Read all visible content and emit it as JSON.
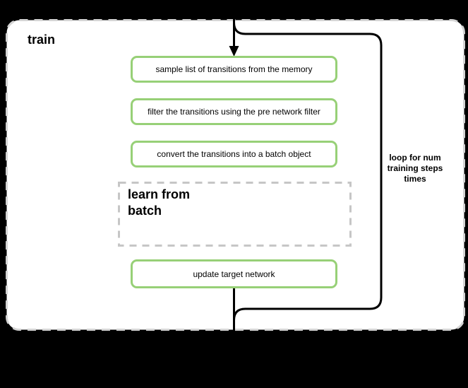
{
  "frame": {
    "title": "train"
  },
  "loop": {
    "label": "loop for num training steps times",
    "lines": [
      "loop for num",
      "training steps",
      "times"
    ]
  },
  "steps": [
    {
      "label": "sample list of transitions from the memory"
    },
    {
      "label": "filter the transitions using the pre network filter"
    },
    {
      "label": "convert the transitions into a batch object"
    }
  ],
  "learn_box": {
    "label": "learn from batch",
    "lines": [
      "learn from",
      "batch"
    ]
  },
  "final_step": {
    "label": "update target network"
  },
  "colors": {
    "background": "#000000",
    "frame_fill": "#ffffff",
    "frame_border_dash": "#d4d4d4",
    "node_border_green": "#97d077",
    "loop_border": "#000000",
    "learn_border_dash": "#c6c6c6",
    "text": "#000000"
  }
}
